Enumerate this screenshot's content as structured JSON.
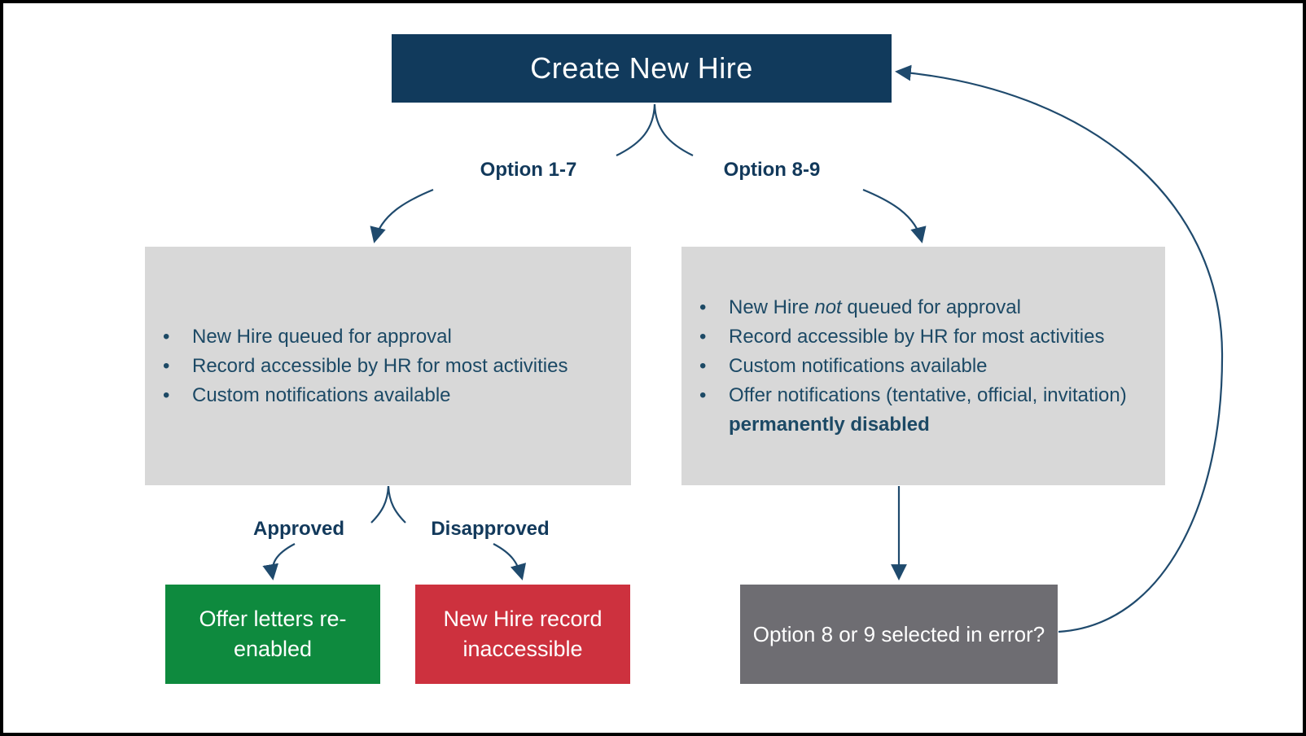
{
  "diagram": {
    "title": "Create New Hire",
    "bullet_char": "•",
    "branches": {
      "left_label": "Option 1-7",
      "right_label": "Option 8-9"
    },
    "left_box": {
      "bullets": [
        {
          "segments": [
            {
              "text": "New Hire queued for approval"
            }
          ]
        },
        {
          "segments": [
            {
              "text": "Record accessible by HR for most activities"
            }
          ]
        },
        {
          "segments": [
            {
              "text": "Custom notifications available"
            }
          ]
        }
      ]
    },
    "right_box": {
      "bullets": [
        {
          "segments": [
            {
              "text": "New Hire "
            },
            {
              "text": "not",
              "italic": true
            },
            {
              "text": " queued for approval"
            }
          ]
        },
        {
          "segments": [
            {
              "text": "Record accessible by HR for most activities"
            }
          ]
        },
        {
          "segments": [
            {
              "text": "Custom notifications available"
            }
          ]
        },
        {
          "segments": [
            {
              "text": "Offer notifications (tentative, official, invitation) "
            },
            {
              "text": "permanently disabled",
              "bold": true
            }
          ]
        }
      ]
    },
    "outcome_labels": {
      "approved": "Approved",
      "disapproved": "Disapproved"
    },
    "green_box_label": "Offer letters re-enabled",
    "red_box_label": "New Hire record inaccessible",
    "error_box_label": "Option 8 or 9 selected in error?",
    "colors": {
      "navy_box": "#113A5C",
      "arrow": "#1F4A6D",
      "label_text": "#12395B",
      "body_text": "#1C4965",
      "light_gray": "#D8D8D8",
      "green": "#0E8A3E",
      "red": "#CD313E",
      "dark_gray": "#6E6D72",
      "white": "#FFFFFF",
      "page_border": "#000000"
    }
  }
}
